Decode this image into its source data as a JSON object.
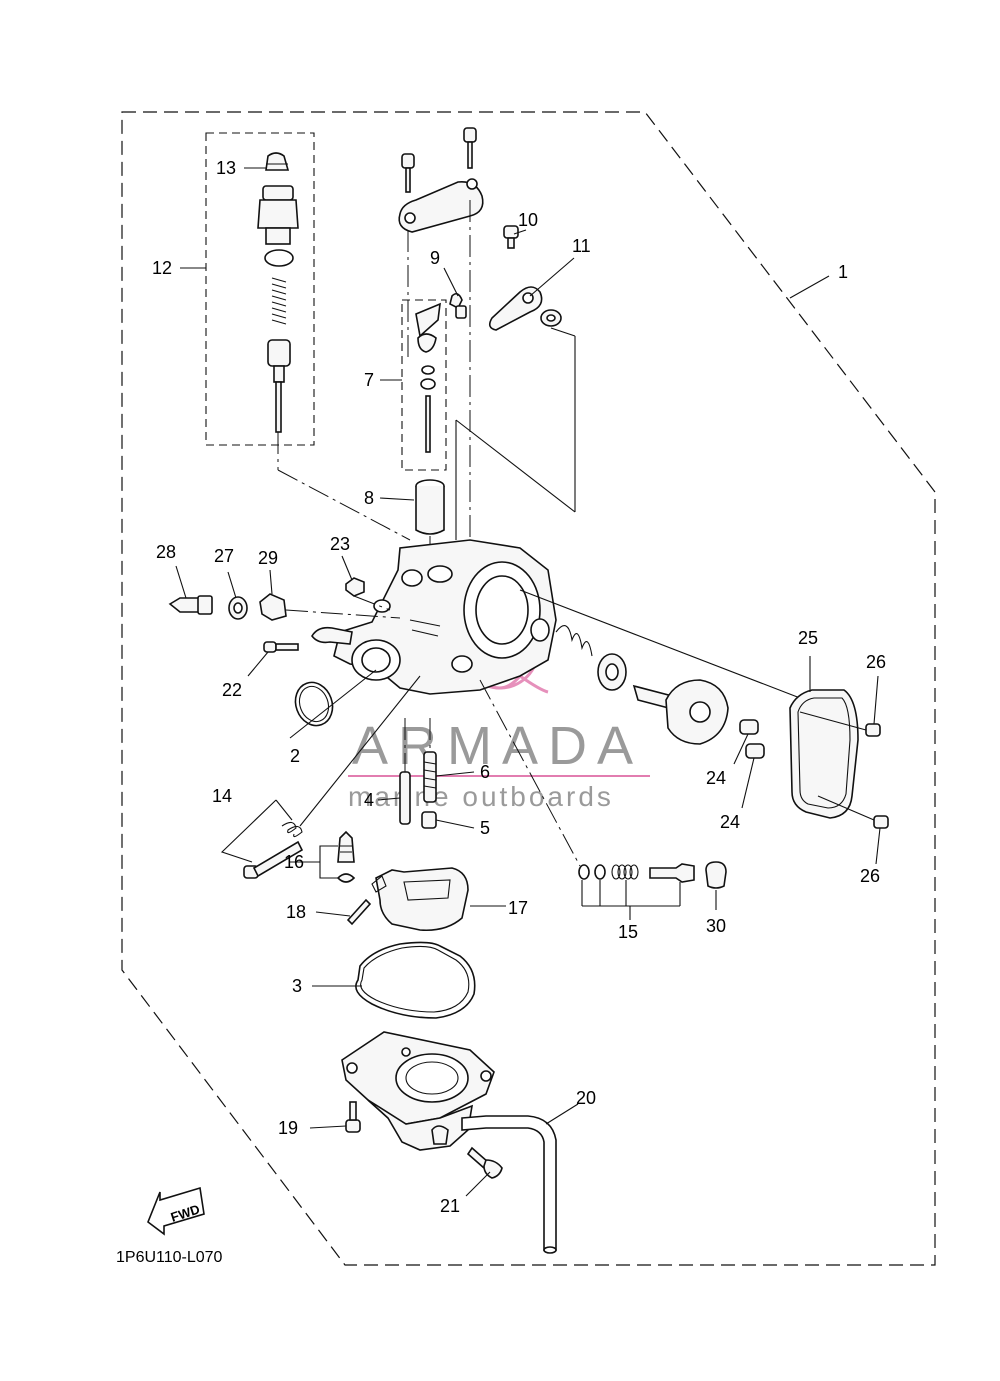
{
  "diagram": {
    "drawing_code": "1P6U110-L070",
    "fwd_label": "FWD",
    "watermark": {
      "brand": "ARMADA",
      "tagline": "marine outboards",
      "logo_color": "#e27db0",
      "text_color": "#9a9a9a"
    },
    "callouts": {
      "c1": "1",
      "c2": "2",
      "c3": "3",
      "c4": "4",
      "c5": "5",
      "c6": "6",
      "c7": "7",
      "c8": "8",
      "c9": "9",
      "c10": "10",
      "c11": "11",
      "c12": "12",
      "c13": "13",
      "c14": "14",
      "c15": "15",
      "c16": "16",
      "c17": "17",
      "c18": "18",
      "c19": "19",
      "c20": "20",
      "c21": "21",
      "c22": "22",
      "c23": "23",
      "c24a": "24",
      "c24b": "24",
      "c25": "25",
      "c26a": "26",
      "c26b": "26",
      "c27": "27",
      "c28": "28",
      "c29": "29",
      "c30": "30"
    }
  }
}
